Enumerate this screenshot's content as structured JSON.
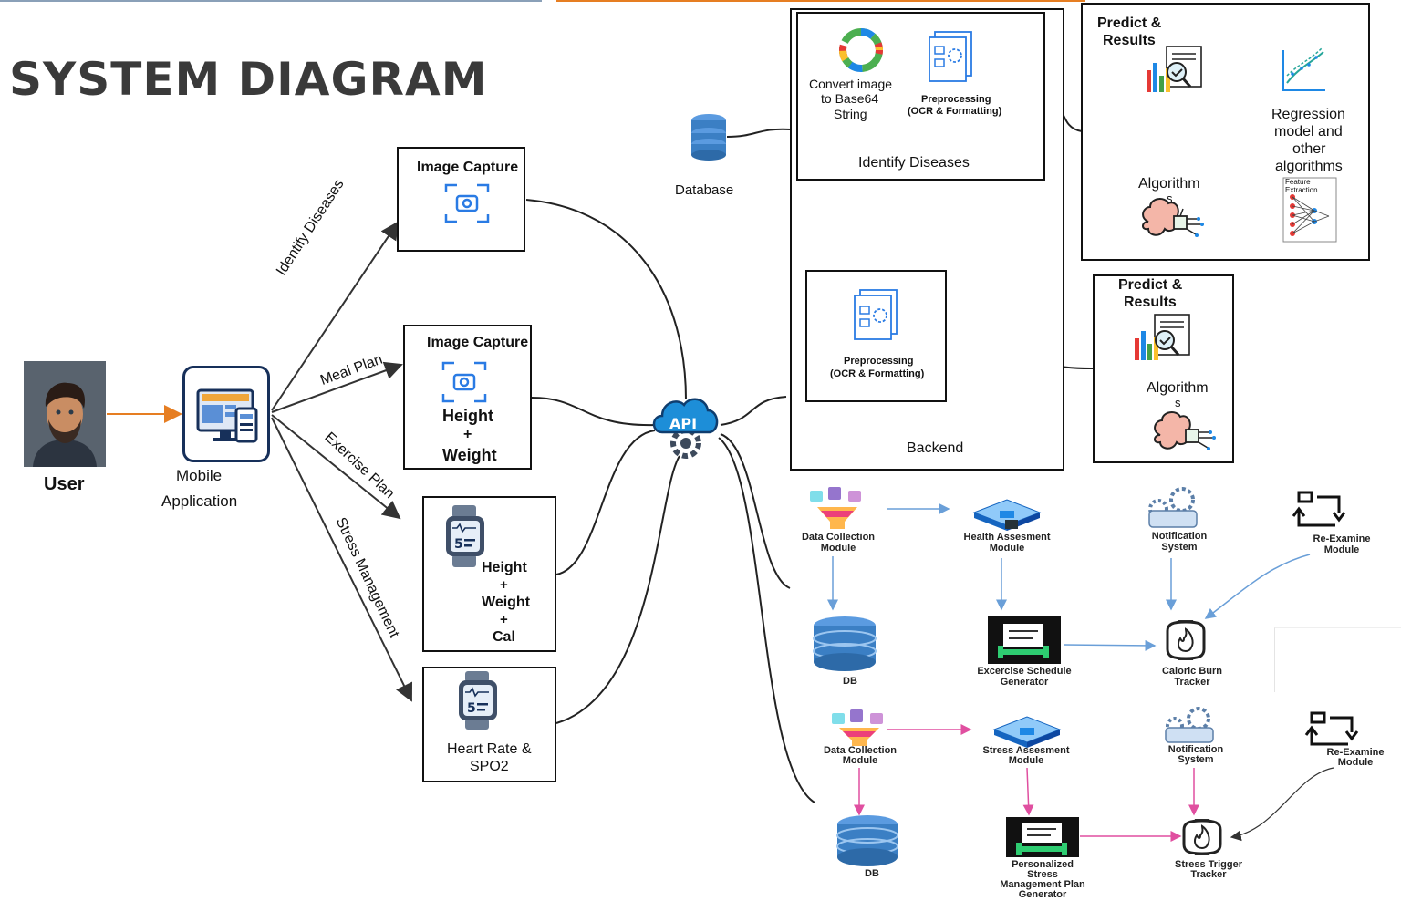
{
  "title": "SYSTEM DIAGRAM",
  "user": {
    "label": "User"
  },
  "mobile_app": {
    "label_line1": "Mobile",
    "label_line2": "Application"
  },
  "branches": {
    "identify": "Identify Diseases",
    "meal": "Meal Plan",
    "exercise": "Exercise Plan",
    "stress": "Stress Management"
  },
  "cards": {
    "identify": {
      "title": "Image Capture"
    },
    "meal": {
      "title": "Image Capture",
      "line1": "Height",
      "plus": "+",
      "line2": "Weight"
    },
    "exercise": {
      "line1": "Height",
      "plus1": "+",
      "line2": "Weight",
      "plus2": "+",
      "line3": "Cal"
    },
    "stress": {
      "line1": "Heart Rate &",
      "line2": "SPO2"
    }
  },
  "api": {
    "label": "API"
  },
  "database": {
    "label": "Database"
  },
  "backend": {
    "label": "Backend",
    "identify_section": {
      "convert_line1": "Convert image",
      "convert_line2": "to Base64",
      "convert_line3": "String",
      "pre_line1": "Preprocessing",
      "pre_line2": "(OCR & Formatting)",
      "label": "Identify Diseases"
    },
    "meal_section": {
      "pre_line1": "Preprocessing",
      "pre_line2": "(OCR & Formatting)"
    }
  },
  "predict_top": {
    "title_line1": "Predict &",
    "title_line2": "Results",
    "algo_line1": "Algorithm",
    "algo_line2": "s",
    "regression_line1": "Regression",
    "regression_line2": "model and",
    "regression_line3": "other",
    "regression_line4": "algorithms",
    "feature_line1": "Feature",
    "feature_line2": "Extraction"
  },
  "predict_mid": {
    "title_line1": "Predict &",
    "title_line2": "Results",
    "algo_line1": "Algorithm",
    "algo_line2": "s"
  },
  "exercise_flow": {
    "data_collection": [
      "Data Collection",
      "Module"
    ],
    "health_assessment": [
      "Health Assesment",
      "Module"
    ],
    "notification": [
      "Notification",
      "System"
    ],
    "reexamine": [
      "Re-Examine",
      "Module"
    ],
    "db": "DB",
    "schedule": [
      "Excercise Schedule",
      "Generator"
    ],
    "caloric": [
      "Caloric Burn",
      "Tracker"
    ]
  },
  "stress_flow": {
    "data_collection": [
      "Data Collection",
      "Module"
    ],
    "stress_assessment": [
      "Stress Assesment",
      "Module"
    ],
    "notification": [
      "Notification",
      "System"
    ],
    "reexamine": [
      "Re-Examine",
      "Module"
    ],
    "db": "DB",
    "plan": [
      "Personalized",
      "Stress",
      "Management Plan",
      "Generator"
    ],
    "trigger": [
      "Stress Trigger",
      "Tracker"
    ]
  },
  "colors": {
    "orange": "#e67e22",
    "blue_line": "#6a9fd8",
    "pink_line": "#e04fa0",
    "dark_line": "#333333",
    "db_blue": "#3b7fc4"
  }
}
